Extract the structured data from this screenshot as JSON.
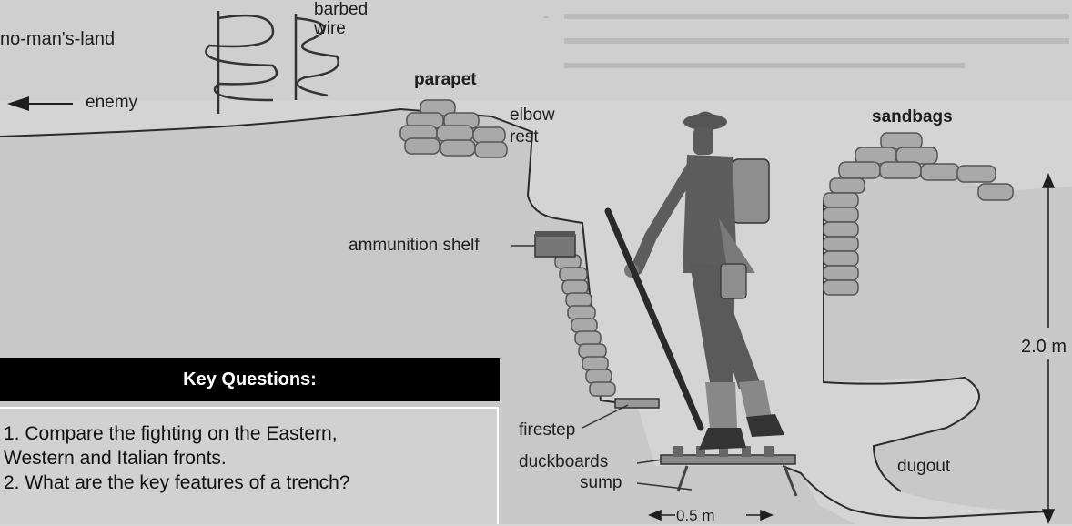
{
  "diagram": {
    "labels": {
      "no_mans_land": "no-man's-land",
      "barbed_wire": "barbed\nwire",
      "enemy": "enemy",
      "parapet": "parapet",
      "elbow_rest": "elbow\nrest",
      "sandbags": "sandbags",
      "ammunition_shelf": "ammunition shelf",
      "firestep": "firestep",
      "duckboards": "duckboards",
      "sump": "sump",
      "dugout": "dugout",
      "height": "2.0 m",
      "width": "0.5 m"
    }
  },
  "key_questions": {
    "title": "Key Questions:",
    "items": [
      "1. Compare the fighting on the Eastern,",
      "Western and Italian fronts.",
      "2. What are the key features of a trench?"
    ]
  }
}
